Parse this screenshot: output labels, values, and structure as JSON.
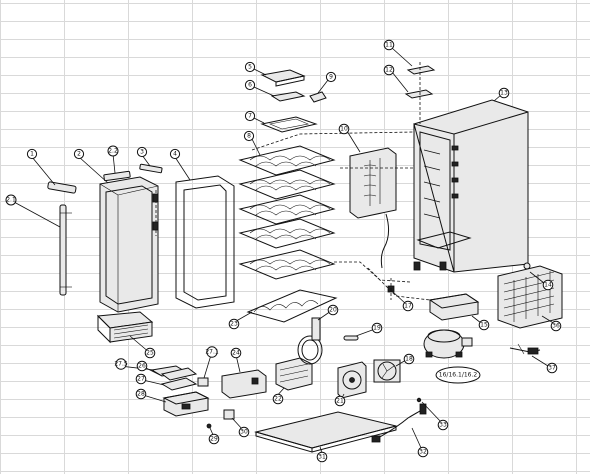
{
  "labels": {
    "l1": "1",
    "l2": "2",
    "l2_2": "2.2",
    "l3": "3",
    "l4": "4",
    "l2_1": "2.1",
    "l5": "5",
    "l6": "6",
    "l9": "9",
    "l7": "7",
    "l8": "8",
    "l10": "10",
    "l11": "11",
    "l12": "12",
    "l13": "13",
    "l14": "14",
    "l15": "15",
    "l16": "16",
    "l17": "17",
    "l18": "18",
    "l19": "19",
    "l20": "20",
    "l21": "21",
    "l22": "22",
    "l23": "23",
    "l24": "24",
    "l25": "25",
    "l26": "26",
    "l27": "27",
    "l27_1": "27.1",
    "l27_5": "27.5",
    "l28": "28",
    "l29": "29",
    "l30": "30",
    "l31": "31",
    "l32": "32",
    "l33": "33",
    "l36": "36",
    "l37": "37"
  },
  "compressor_note": "16/16.1/16.2"
}
